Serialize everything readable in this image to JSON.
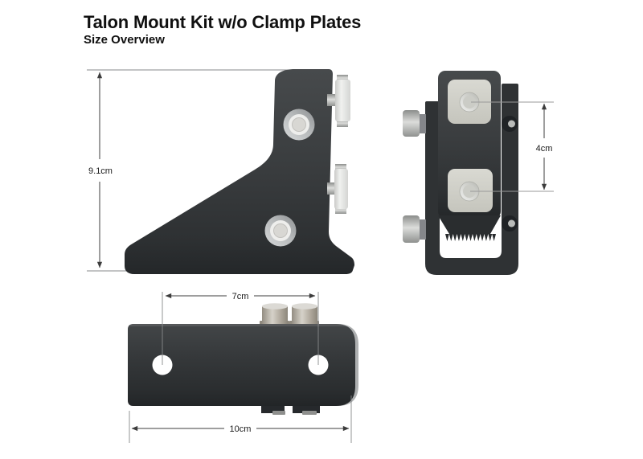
{
  "header": {
    "title": "Talon Mount Kit w/o Clamp Plates",
    "subtitle": "Size Overview"
  },
  "views": {
    "side": {
      "height": {
        "label": "9.1cm",
        "value": 9.1,
        "unit": "cm"
      }
    },
    "front": {
      "bolt_spacing": {
        "label": "4cm",
        "value": 4,
        "unit": "cm"
      }
    },
    "top": {
      "hole_spacing": {
        "label": "7cm",
        "value": 7,
        "unit": "cm"
      },
      "overall_width": {
        "label": "10cm",
        "value": 10,
        "unit": "cm"
      }
    }
  },
  "colors": {
    "background": "#ffffff",
    "body_dark": "#3a3d40",
    "body_shadow": "#26292b",
    "strap_dark": "#2f3234",
    "pad_light": "#d0d0c9",
    "metal_light": "#e3e4e2",
    "metal_mid": "#b6b8b8",
    "dimension_line": "#3c3c3c",
    "leader_line": "#9a9a9a",
    "text": "#1a1a1a"
  }
}
